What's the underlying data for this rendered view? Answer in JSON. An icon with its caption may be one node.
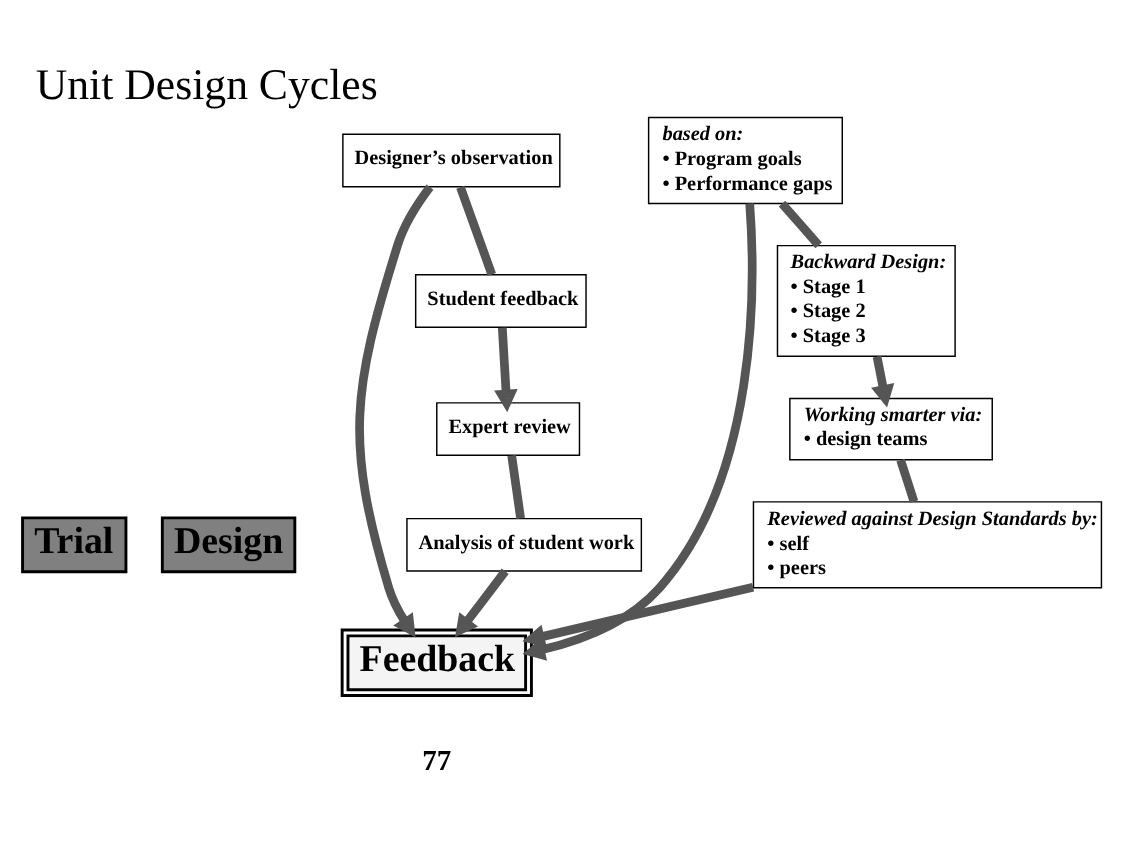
{
  "diagram": {
    "title": "Unit Design Cycles",
    "nodes": [
      {
        "text": [
          "Trial"
        ]
      },
      {
        "text": [
          "Design"
        ]
      },
      {
        "text": [
          "Feedback"
        ]
      },
      {
        "text": [
          "Designer’s observation"
        ]
      },
      {
        "text": [
          "Student feedback"
        ]
      },
      {
        "text": [
          "Expert review"
        ]
      },
      {
        "text": [
          "Analysis of student work"
        ]
      },
      {
        "text": [
          "based on:",
          "• Program goals",
          "• Performance gaps"
        ]
      },
      {
        "text": [
          "Backward Design:",
          "• Stage 1",
          "• Stage 2",
          "• Stage 3"
        ]
      },
      {
        "text": [
          "Working smarter via:",
          "• design teams"
        ]
      },
      {
        "text": [
          "Reviewed against Design Standards by:",
          "• self",
          "• peers"
        ]
      }
    ],
    "edges": [
      {
        "from": 3,
        "to": 4,
        "arrow": "none"
      },
      {
        "from": 4,
        "to": 5,
        "arrow": "to"
      },
      {
        "from": 5,
        "to": 6,
        "arrow": "none"
      },
      {
        "from": 6,
        "to": 2,
        "arrow": "to"
      },
      {
        "from": 3,
        "to": 2,
        "arrow": "to"
      },
      {
        "from": 7,
        "to": 2,
        "arrow": "to"
      },
      {
        "from": 7,
        "to": 8,
        "arrow": "none"
      },
      {
        "from": 8,
        "to": 9,
        "arrow": "to"
      },
      {
        "from": 9,
        "to": 10,
        "arrow": "none"
      },
      {
        "from": 10,
        "to": 2,
        "arrow": "to"
      }
    ],
    "labels": [
      "77"
    ]
  }
}
